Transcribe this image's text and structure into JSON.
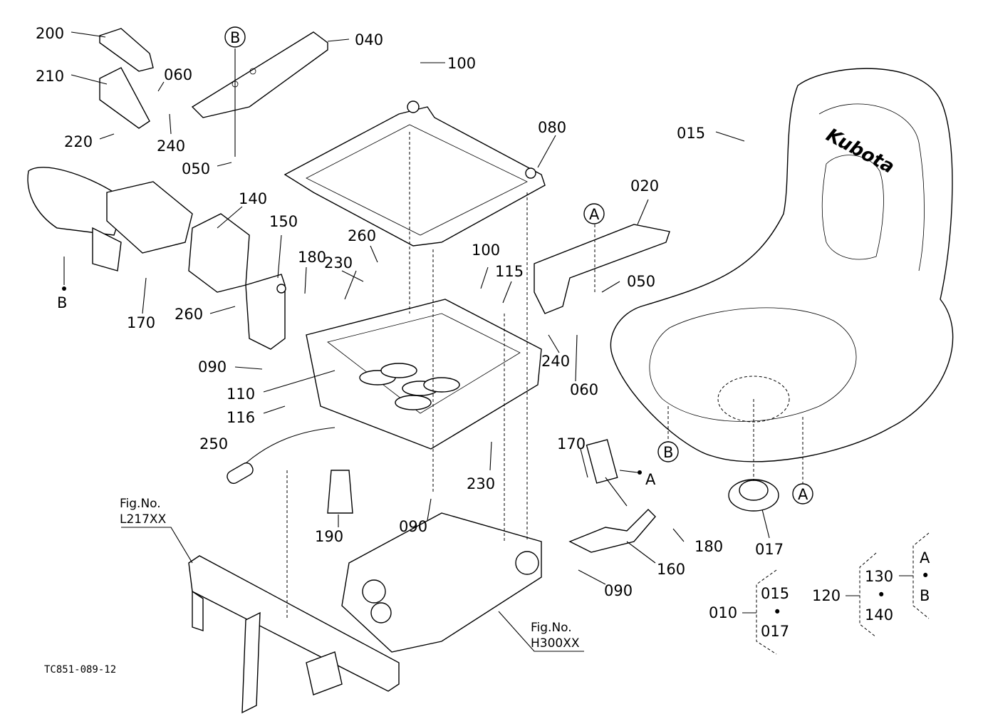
{
  "diagram": {
    "code": "TC851-089-12",
    "labels": [
      "200",
      "210",
      "060",
      "240",
      "220",
      "050",
      "B",
      "040",
      "100",
      "080",
      "015",
      "020",
      "A",
      "050",
      "140",
      "150",
      "180",
      "260",
      "230",
      "100",
      "115",
      "260",
      "170",
      "B",
      "090",
      "110",
      "116",
      "250",
      "240",
      "060",
      "170",
      "A",
      "230",
      "190",
      "090",
      "180",
      "160",
      "090",
      "017",
      "B",
      "A"
    ],
    "fig_refs": [
      {
        "line1": "Fig.No.",
        "line2": "L217XX"
      },
      {
        "line1": "Fig.No.",
        "line2": "H300XX"
      }
    ],
    "assembly_010": {
      "label": "010",
      "items": [
        "015",
        "•",
        "017"
      ]
    },
    "assembly_120": {
      "label": "120",
      "items": [
        "130",
        "•",
        "140"
      ],
      "sub": [
        "A",
        "•",
        "B"
      ]
    },
    "brand": "Kubota"
  }
}
